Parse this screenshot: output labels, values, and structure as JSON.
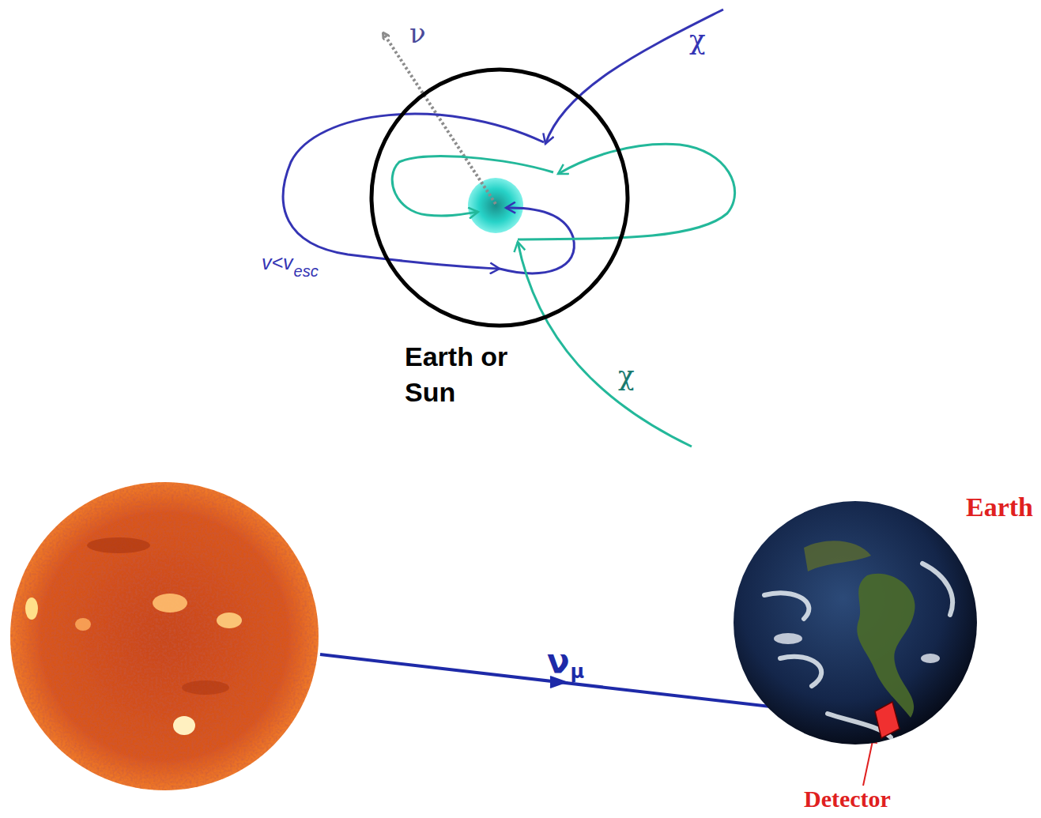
{
  "diagram": {
    "nodes": [
      {
        "text": [
          "Earth or Sun"
        ]
      },
      {
        "text": [
          "Earth"
        ]
      },
      {
        "text": [
          "Detector"
        ],
        "in": 1
      }
    ],
    "labels": [
      "ν",
      "χ",
      "v<v",
      "esc",
      "χ",
      "ν",
      "μ"
    ]
  }
}
